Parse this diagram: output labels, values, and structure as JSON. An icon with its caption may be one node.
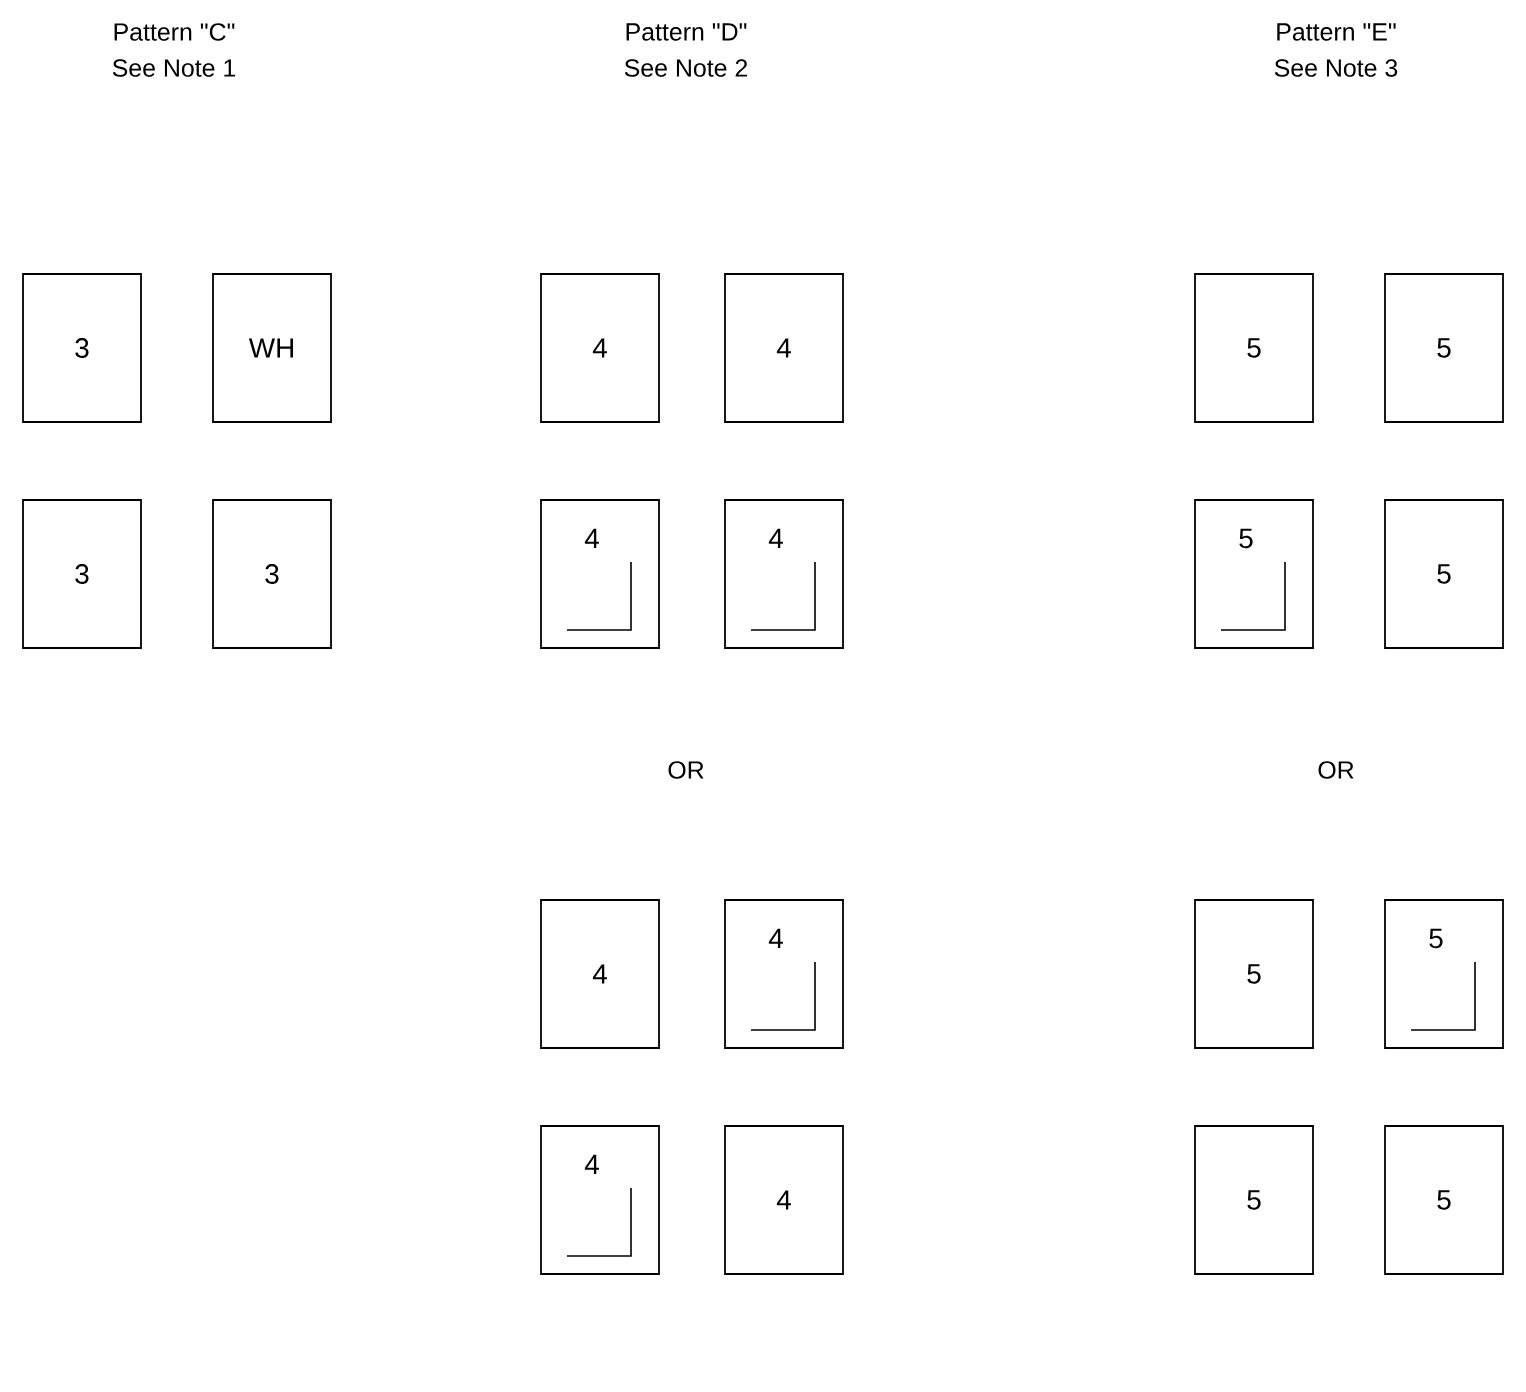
{
  "diagram": {
    "nodes": [
      {
        "text": [
          "3"
        ]
      },
      {
        "text": [
          "WH"
        ]
      },
      {
        "text": [
          "4"
        ]
      },
      {
        "text": [
          "4"
        ]
      },
      {
        "text": [
          "5"
        ]
      },
      {
        "text": [
          "5"
        ]
      },
      {
        "text": [
          "3"
        ]
      },
      {
        "text": [
          "3"
        ]
      },
      {
        "text": [
          "4"
        ]
      },
      {
        "text": [
          "4"
        ]
      },
      {
        "text": [
          "5"
        ]
      },
      {
        "text": [
          "5"
        ]
      },
      {
        "text": [
          "4"
        ]
      },
      {
        "text": [
          "4"
        ]
      },
      {
        "text": [
          "5"
        ]
      },
      {
        "text": [
          "5"
        ]
      },
      {
        "text": [
          "4"
        ]
      },
      {
        "text": [
          "4"
        ]
      },
      {
        "text": [
          "5"
        ]
      },
      {
        "text": [
          "5"
        ]
      }
    ],
    "labels": [
      "Pattern \"C\"",
      "See Note 1",
      "Pattern \"D\"",
      "See Note 2",
      "Pattern \"E\"",
      "See Note 3",
      "OR",
      "OR"
    ]
  }
}
